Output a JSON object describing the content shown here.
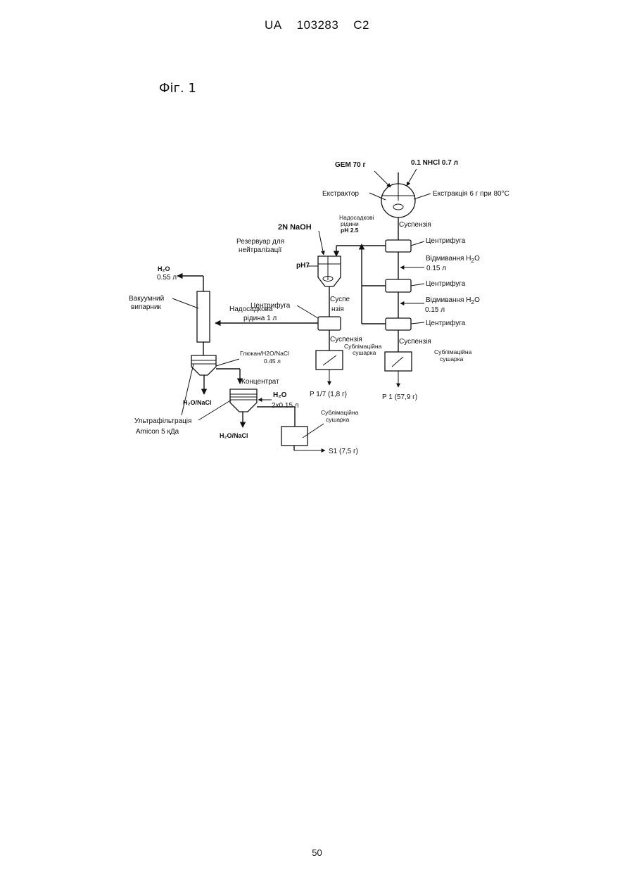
{
  "header": {
    "doc": "UA",
    "number": "103283",
    "kind": "C2"
  },
  "figure_label": "Фіг. 1",
  "page_number": "50",
  "labels": {
    "gem": "GEM 70  г",
    "hcl": "0.1 NHCl 0.7  л",
    "extractor": "Екстрактор",
    "extraction": "Екстракція 6 г при 80°C",
    "supernatant_liquids_1": "Надосадкові",
    "supernatant_liquids_2": "рідини",
    "ph25": "pH 2.5",
    "suspension_1": "Суспензія",
    "naoh": "2N NaOH",
    "reservoir_1": "Резервуар для",
    "reservoir_2": "нейтралізації",
    "ph7": "pH7",
    "centrifuge_1": "Центрифуга",
    "wash_1a": "Відмивання H",
    "wash_1b": "2",
    "wash_1c": "O",
    "wash_1_vol": "0.15 л",
    "centrifuge_2": "Центрифуга",
    "wash_2a": "Відмивання H",
    "wash_2b": "2",
    "wash_2c": "O",
    "wash_2_vol": "0.15 л",
    "centrifuge_3": "Центрифуга",
    "suspension_2": "Суспензія",
    "freeze_dryer_r1": "Сублімаційна",
    "freeze_dryer_r2": "сушарка",
    "p1": "P 1 (57,9 г)",
    "centrifuge_mid": "Центрифуга",
    "supernatant_1l_a": "Надосадкова",
    "supernatant_1l_b": "рідина 1 л",
    "suspension_mid_a": "Суспе",
    "suspension_mid_b": "нзія",
    "suspension_mid2": "Суспензія",
    "freeze_dryer_m1": "Сублімаційна",
    "freeze_dryer_m2": "сушарка",
    "p17": "P 1/7 (1,8 г)",
    "h2o_top": "H₂O",
    "h2o_top_vol": "0.55 л",
    "evaporator_1": "Вакуумний",
    "evaporator_2": "випарник",
    "glucan_1": "Глюкан/H2O/NaCl",
    "glucan_2": "0.45 л",
    "h2o_nacl_1": "H₂O/NaCl",
    "concentrate": "Концентрат",
    "h2o_wash": "H₂O",
    "h2o_wash_vol": "2x0.15 л",
    "h2o_nacl_2": "H₂O/NaCl",
    "ultrafiltration_1": "Ультрафільтрація",
    "ultrafiltration_2": "Amicon 5 кДа",
    "freeze_dryer_s1": "Сублімаційна",
    "freeze_dryer_s2": "сушарка",
    "s1": "S1 (7,5 г)"
  }
}
